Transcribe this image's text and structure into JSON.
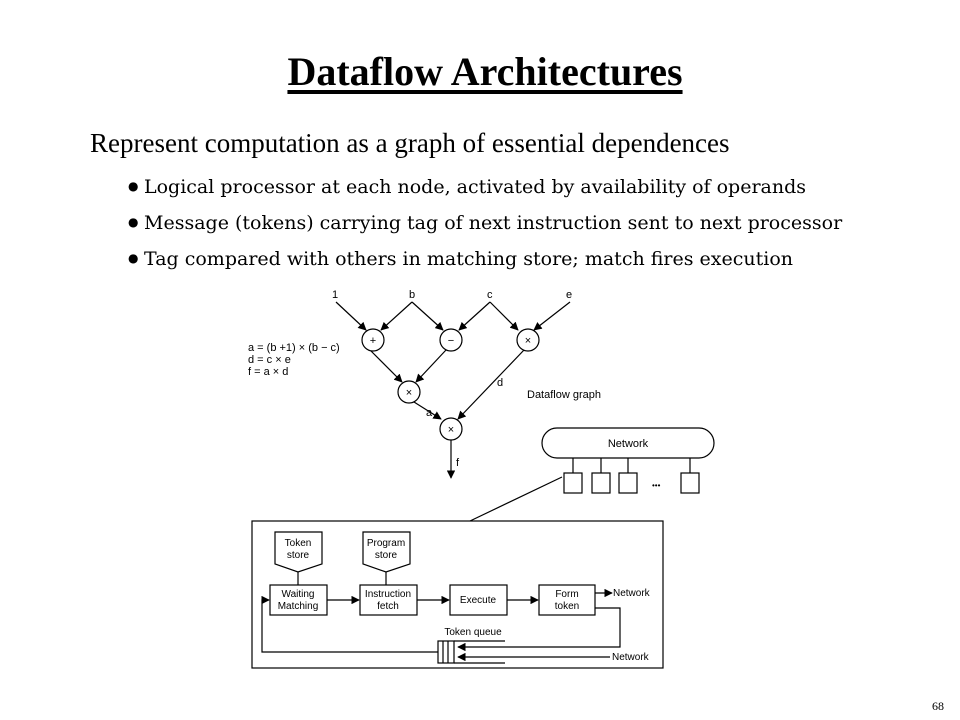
{
  "title": "Dataflow Architectures",
  "main_point": "Represent computation as a graph of essential dependences",
  "bullets": [
    "Logical processor at each node, activated by availability of operands",
    "Message (tokens) carrying tag of next instruction sent to next processor",
    "Tag compared with others in matching store; match fires execution"
  ],
  "page_number": "68",
  "graph": {
    "inputs": [
      "1",
      "b",
      "c",
      "e"
    ],
    "equations": [
      "a = (b +1) × (b − c)",
      "d = c × e",
      "f = a × d"
    ],
    "ops": {
      "plus": "+",
      "minus": "−",
      "times1": "×",
      "times2": "×",
      "times3": "×"
    },
    "edge_labels": {
      "d": "d",
      "a": "a",
      "f": "f"
    },
    "caption": "Dataflow graph"
  },
  "network": {
    "label": "Network",
    "ellipsis": "•••"
  },
  "pipeline": {
    "token_store": [
      "Token",
      "store"
    ],
    "program_store": [
      "Program",
      "store"
    ],
    "waiting_matching": [
      "Waiting",
      "Matching"
    ],
    "instruction_fetch": [
      "Instruction",
      "fetch"
    ],
    "execute": "Execute",
    "form_token": [
      "Form",
      "token"
    ],
    "network_out": "Network",
    "network_in": "Network",
    "token_queue": "Token queue"
  }
}
